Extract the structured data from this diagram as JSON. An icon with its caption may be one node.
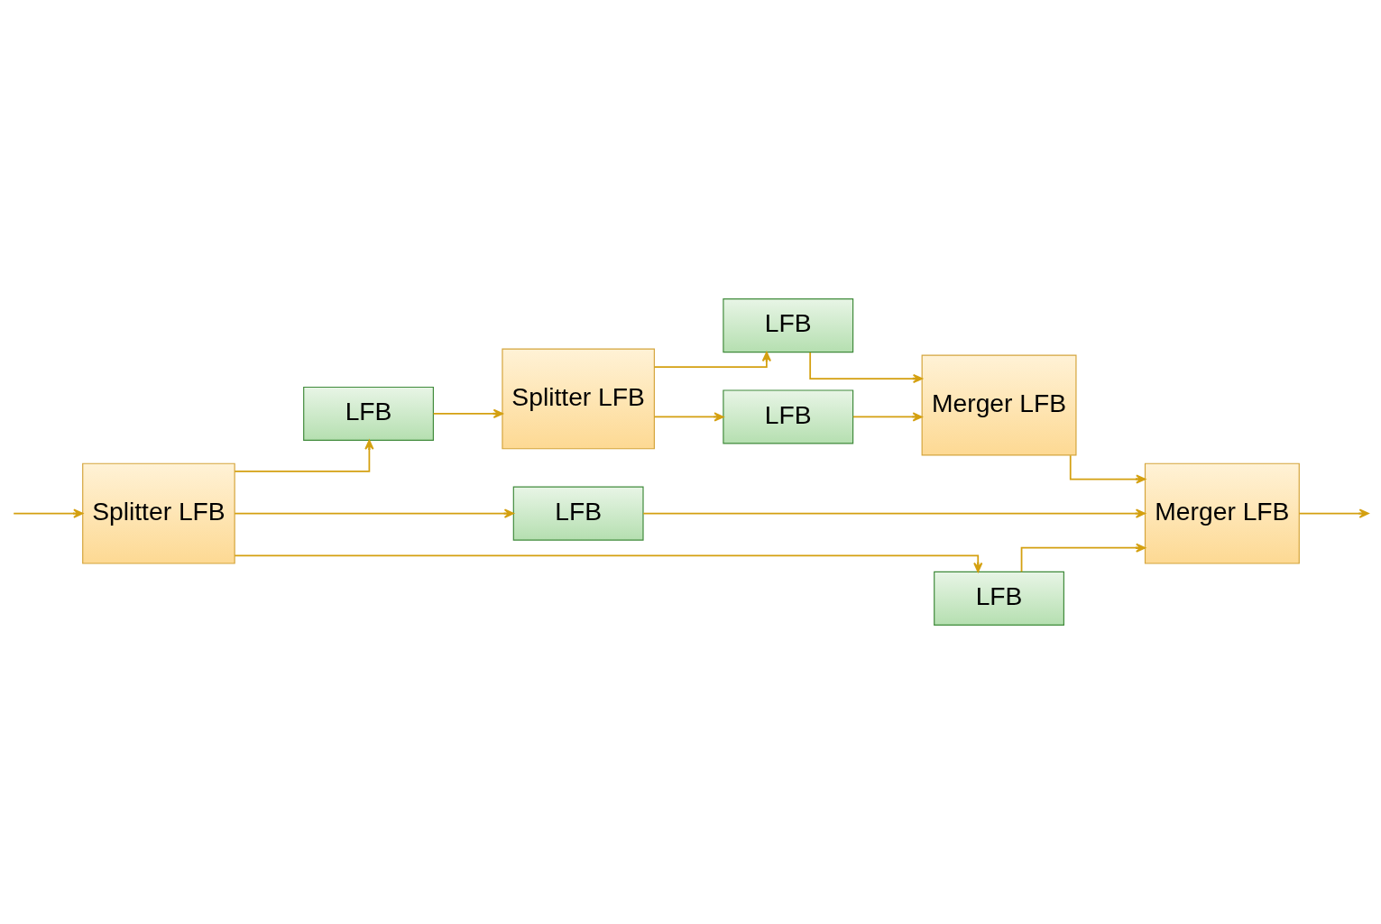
{
  "diagram": {
    "nodes": [
      {
        "text": [
          "Splitter LFB"
        ]
      },
      {
        "text": [
          "LFB"
        ]
      },
      {
        "text": [
          "LFB"
        ]
      },
      {
        "text": [
          "Merger LFB"
        ]
      },
      {
        "text": [
          "LFB"
        ]
      },
      {
        "text": [
          "Splitter LFB"
        ]
      },
      {
        "text": [
          "LFB"
        ]
      },
      {
        "text": [
          "Merger LFB"
        ]
      },
      {
        "text": [
          "LFB"
        ]
      }
    ],
    "edges": [
      {
        "from": 0,
        "to": 1,
        "arrow": "to"
      },
      {
        "from": 0,
        "to": 2,
        "arrow": "to"
      },
      {
        "from": 1,
        "to": 3,
        "arrow": "to"
      },
      {
        "from": 2,
        "to": 3,
        "arrow": "to"
      },
      {
        "from": 3,
        "to": 7,
        "arrow": "to"
      },
      {
        "from": 4,
        "to": 0,
        "arrow": "to"
      },
      {
        "from": 5,
        "to": 4,
        "arrow": "to"
      },
      {
        "from": 5,
        "to": 6,
        "arrow": "to"
      },
      {
        "from": 5,
        "to": 8,
        "arrow": "to"
      },
      {
        "from": 6,
        "to": 7,
        "arrow": "to"
      },
      {
        "from": 8,
        "to": 7,
        "arrow": "to"
      },
      {
        "from": null,
        "to": 5,
        "arrow": "to"
      },
      {
        "from": 7,
        "to": null,
        "arrow": "to"
      }
    ]
  }
}
